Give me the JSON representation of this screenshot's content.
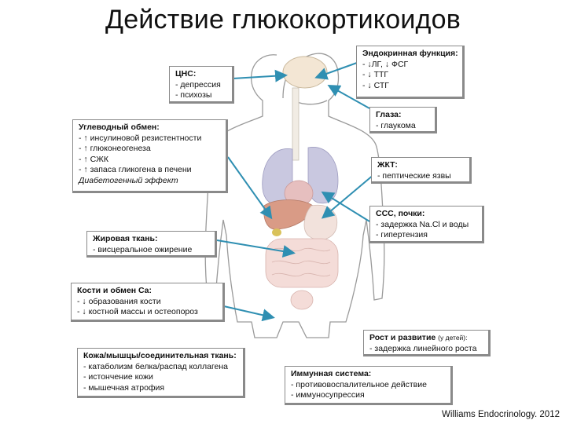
{
  "title": "Действие глюкокортикоидов",
  "credit": "Williams Endocrinology. 2012",
  "colors": {
    "arrow": "#2f8fb2",
    "box_border": "#8a8a8a",
    "body_outline": "#9a9a9a"
  },
  "boxes": {
    "endocrine": {
      "head": "Эндокринная функция:",
      "lines": [
        "- ↓ЛГ, ↓ ФСГ",
        "- ↓ ТТГ",
        "- ↓ СТГ"
      ]
    },
    "cns": {
      "head": "ЦНС:",
      "lines": [
        "- депрессия",
        "- психозы"
      ]
    },
    "eyes": {
      "head": "Глаза:",
      "lines": [
        "- глаукома"
      ]
    },
    "carb": {
      "head": "Углеводный обмен:",
      "lines": [
        "- ↑ инсулиновой резистентности",
        "- ↑ глюконеогенеза",
        "- ↑ СЖК",
        "- ↑ запаса гликогена в печени"
      ],
      "footer": "Диабетогенный эффект"
    },
    "gi": {
      "head": "ЖКТ:",
      "lines": [
        "- пептические язвы"
      ]
    },
    "cvs": {
      "head": "ССС, почки:",
      "lines": [
        "- задержка Na.Cl и воды",
        "- гипертензия"
      ]
    },
    "fat": {
      "head": "Жировая ткань:",
      "lines": [
        "- висцеральное ожирение"
      ]
    },
    "bone": {
      "head": "Кости и обмен Ca:",
      "lines": [
        "- ↓ образования кости",
        "- ↓ костной массы и остеопороз"
      ]
    },
    "growth": {
      "head": "Рост и развитие",
      "note": "(у детей):",
      "lines": [
        "- задержка линейного роста"
      ]
    },
    "skin": {
      "head": "Кожа/мышцы/соединительная ткань:",
      "lines": [
        "- катаболизм белка/распад коллагена",
        "- истончение кожи",
        "- мышечная атрофия"
      ]
    },
    "immune": {
      "head": "Иммунная система:",
      "lines": [
        "- противовоспалительное действие",
        "- иммуносупрессия"
      ]
    }
  }
}
